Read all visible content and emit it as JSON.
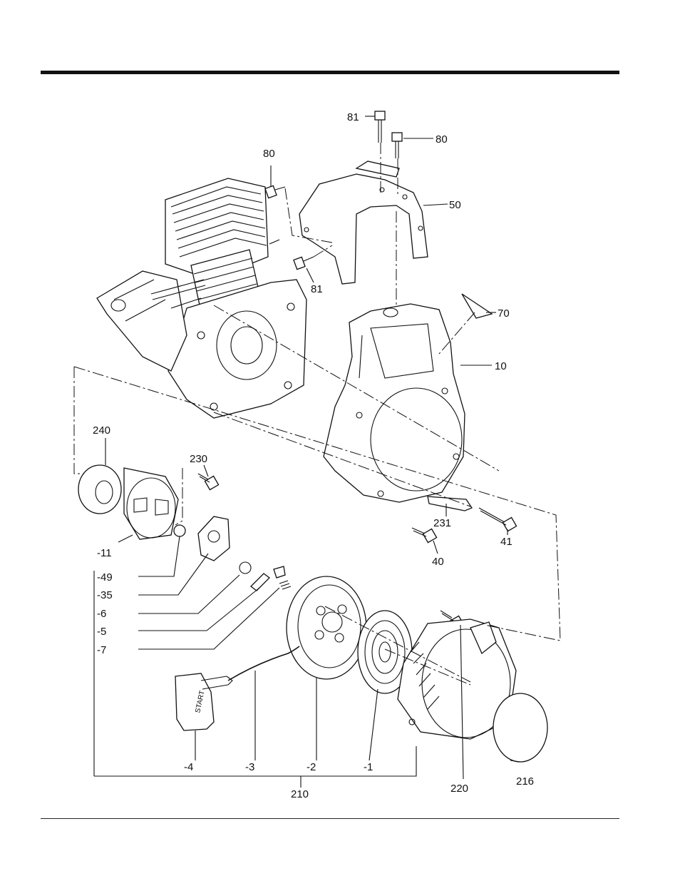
{
  "labels": {
    "p81a": "81",
    "p80a": "80",
    "p80b": "80",
    "p50": "50",
    "p81b": "81",
    "p70": "70",
    "p10": "10",
    "p240": "240",
    "p230": "230",
    "p231": "231",
    "p41": "41",
    "p40": "40",
    "s11": "-11",
    "s49": "-49",
    "s35": "-35",
    "s6": "-6",
    "s5": "-5",
    "s7": "-7",
    "s4": "-4",
    "s3": "-3",
    "s2": "-2",
    "s1": "-1",
    "p210": "210",
    "p220": "220",
    "p216": "216",
    "start": "START"
  }
}
